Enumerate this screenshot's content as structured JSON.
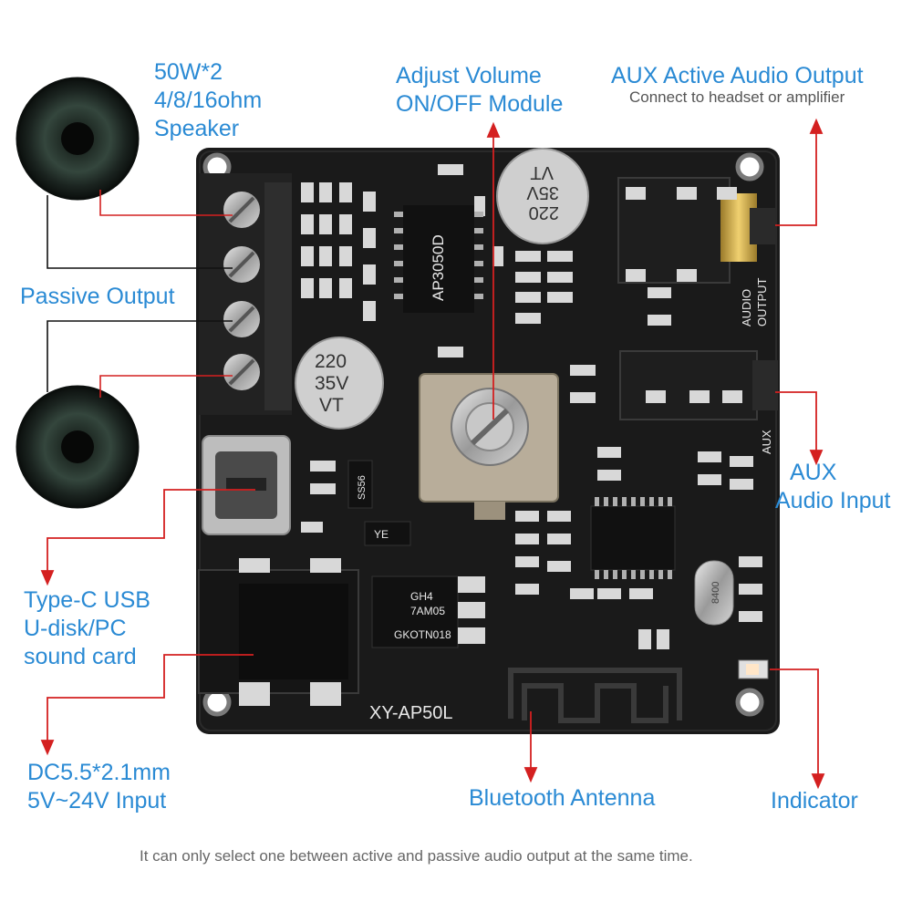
{
  "labels": {
    "speaker": [
      "50W*2",
      "4/8/16ohm",
      "Speaker"
    ],
    "adjust": [
      "Adjust Volume",
      "ON/OFF Module"
    ],
    "aux_out": "AUX Active Audio Output",
    "aux_out_sub": "Connect to headset or amplifier",
    "passive": "Passive Output",
    "aux_in": [
      "AUX",
      "Audio Input"
    ],
    "typec": [
      "Type-C USB",
      "U-disk/PC",
      "sound card"
    ],
    "dc": [
      "DC5.5*2.1mm",
      "5V~24V Input"
    ],
    "bt": "Bluetooth Antenna",
    "indicator": "Indicator",
    "footer": "It can only select one between active and passive audio output at the same time."
  },
  "silkscreen": {
    "cap_large": [
      "220",
      "35V",
      "VT"
    ],
    "cap_small": [
      "220",
      "35V",
      "VT"
    ],
    "chip": "AP3050D",
    "board": "XY-AP50L",
    "audio_output": [
      "AUDIO",
      "OUTPUT"
    ],
    "aux": "AUX",
    "crystal": "8400",
    "diode": "SS56",
    "diode2": "YE",
    "regulator": [
      "GH4",
      "7AM05",
      "GKOTN018"
    ]
  },
  "colors": {
    "label": "#2a8ad4",
    "leader": "#d42020",
    "board": "#1a1a1a"
  }
}
